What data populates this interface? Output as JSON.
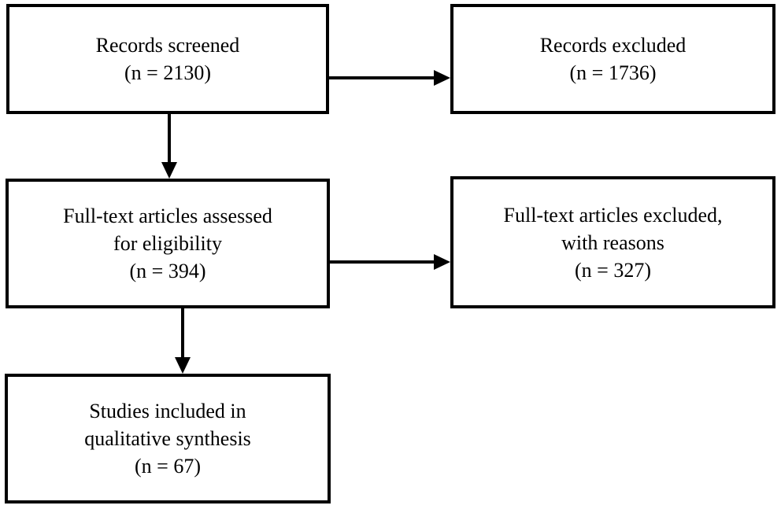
{
  "figure": {
    "type": "flowchart",
    "background_color": "#ffffff",
    "line_color": "#000000",
    "boxes": [
      {
        "id": "records-screened",
        "label": "Records screened",
        "n": 2130,
        "count_label": "(n = 2130)",
        "text": "Records screened\n(n = 2130)"
      },
      {
        "id": "records-excluded",
        "label": "Records excluded",
        "n": 1736,
        "count_label": "(n = 1736)",
        "text": "Records excluded\n(n = 1736)"
      },
      {
        "id": "fulltext-assessed",
        "label": "Full-text articles assessed for eligibility",
        "n": 394,
        "count_label": "(n = 394)",
        "text": "Full-text articles assessed\nfor eligibility\n(n = 394)"
      },
      {
        "id": "fulltext-excluded",
        "label": "Full-text articles excluded, with reasons",
        "n": 327,
        "count_label": "(n = 327)",
        "text": "Full-text articles excluded,\nwith reasons\n(n = 327)"
      },
      {
        "id": "studies-included",
        "label": "Studies included in qualitative synthesis",
        "n": 67,
        "count_label": "(n = 67)",
        "text": "Studies included in\nqualitative synthesis\n(n = 67)"
      }
    ],
    "arrows": [
      {
        "from": "records-screened",
        "to": "records-excluded",
        "direction": "right"
      },
      {
        "from": "records-screened",
        "to": "fulltext-assessed",
        "direction": "down"
      },
      {
        "from": "fulltext-assessed",
        "to": "fulltext-excluded",
        "direction": "right"
      },
      {
        "from": "fulltext-assessed",
        "to": "studies-included",
        "direction": "down"
      }
    ]
  }
}
